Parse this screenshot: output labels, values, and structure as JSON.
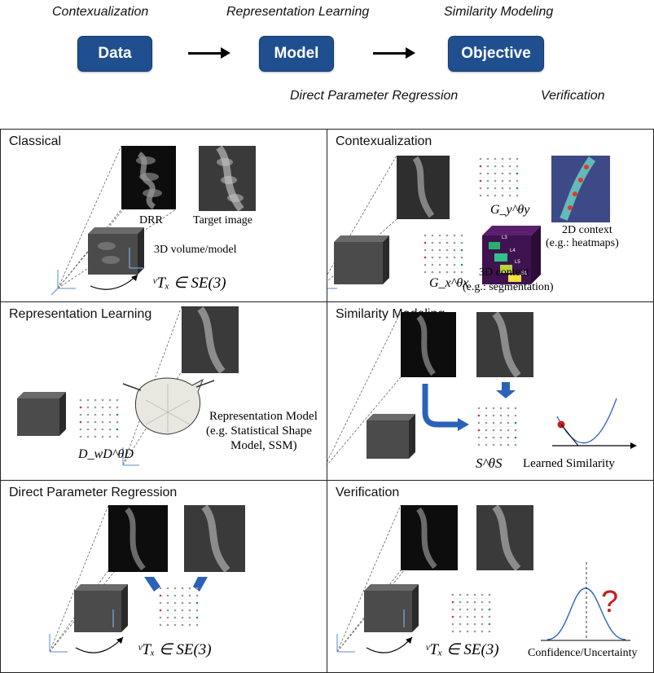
{
  "header": {
    "top_labels": [
      "Contexualization",
      "Representation Learning",
      "Similarity Modeling"
    ],
    "bottom_labels": [
      "Direct Parameter Regression",
      "Verification"
    ],
    "boxes": [
      "Data",
      "Model",
      "Objective"
    ]
  },
  "panels": {
    "classical": {
      "title": "Classical",
      "drr_label": "DRR",
      "target_label": "Target image",
      "volume_label": "3D volume/model",
      "transform": "ᵛTₓ ∈ SE(3)"
    },
    "contexualization": {
      "title": "Contexualization",
      "gy_label": "G_y^θy",
      "gx_label": "G_x^θx",
      "context2d_line1": "2D context",
      "context2d_line2": "(e.g.: heatmaps)",
      "context3d_line1": "3D context",
      "context3d_line2": "(e.g.: segmentation)",
      "seg_labels": [
        "L3",
        "L4",
        "L5",
        "S1"
      ]
    },
    "representation": {
      "title": "Representation Learning",
      "d_label": "D_wD^θD",
      "line1": "Representation Model",
      "line2": "(e.g. Statistical Shape",
      "line3": "Model, SSM)"
    },
    "similarity": {
      "title": "Similarity Modeling",
      "s_label": "S^θS",
      "learned": "Learned Similarity"
    },
    "regression": {
      "title": "Direct Parameter Regression",
      "transform": "ᵛTₓ ∈ SE(3)"
    },
    "verification": {
      "title": "Verification",
      "transform": "ᵛTₓ ∈ SE(3)",
      "question": "?",
      "confidence": "Confidence/Uncertainty"
    }
  },
  "colors": {
    "box_fill": "#1f4f8f",
    "arrow_blue": "#2a62b8",
    "dot_red": "#d2304e",
    "dot_gray": "#9a9a9a",
    "dot_teal": "#1a8f9a",
    "question_red": "#c81d1d",
    "axis_blue": "#7aa4d8"
  }
}
